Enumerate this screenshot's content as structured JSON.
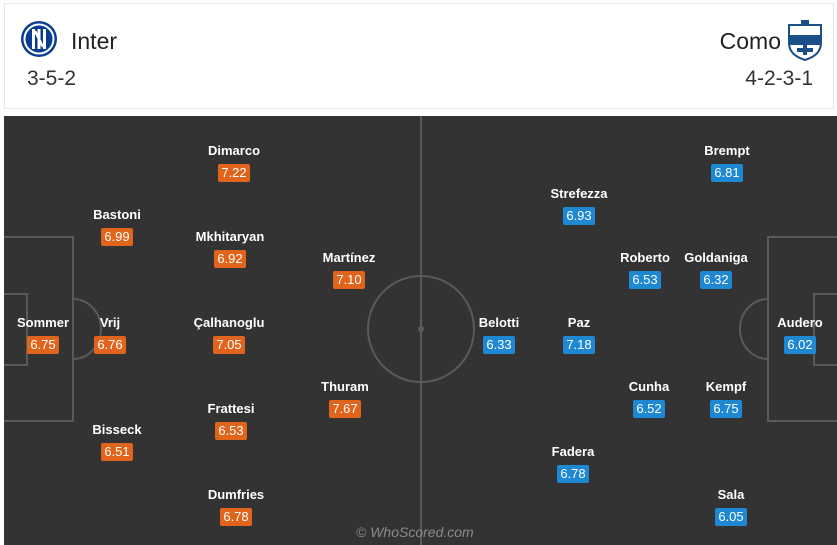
{
  "home": {
    "name": "Inter",
    "formation": "3-5-2",
    "logo_icon": "inter-crest-icon",
    "color": "#e0641c",
    "players": [
      {
        "name": "Sommer",
        "rating": "6.75"
      },
      {
        "name": "Bastoni",
        "rating": "6.99"
      },
      {
        "name": "Vrij",
        "rating": "6.76"
      },
      {
        "name": "Bisseck",
        "rating": "6.51"
      },
      {
        "name": "Dimarco",
        "rating": "7.22"
      },
      {
        "name": "Mkhitaryan",
        "rating": "6.92"
      },
      {
        "name": "Çalhanoglu",
        "rating": "7.05"
      },
      {
        "name": "Frattesi",
        "rating": "6.53"
      },
      {
        "name": "Dumfries",
        "rating": "6.78"
      },
      {
        "name": "Martínez",
        "rating": "7.10"
      },
      {
        "name": "Thuram",
        "rating": "7.67"
      }
    ]
  },
  "away": {
    "name": "Como",
    "formation": "4-2-3-1",
    "logo_icon": "como-crest-icon",
    "color": "#1e88d3",
    "players": [
      {
        "name": "Audero",
        "rating": "6.02"
      },
      {
        "name": "Brempt",
        "rating": "6.81"
      },
      {
        "name": "Goldaniga",
        "rating": "6.32"
      },
      {
        "name": "Kempf",
        "rating": "6.75"
      },
      {
        "name": "Sala",
        "rating": "6.05"
      },
      {
        "name": "Roberto",
        "rating": "6.53"
      },
      {
        "name": "Cunha",
        "rating": "6.52"
      },
      {
        "name": "Strefezza",
        "rating": "6.93"
      },
      {
        "name": "Paz",
        "rating": "7.18"
      },
      {
        "name": "Fadera",
        "rating": "6.78"
      },
      {
        "name": "Belotti",
        "rating": "6.33"
      }
    ]
  },
  "watermark": "© WhoScored.com"
}
